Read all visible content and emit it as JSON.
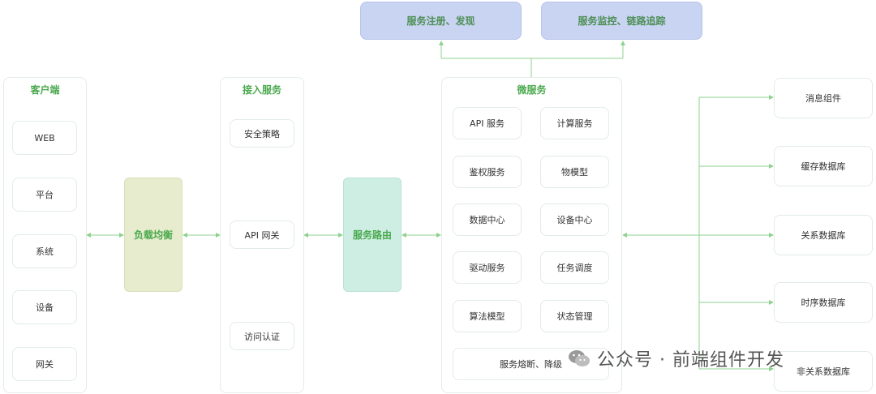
{
  "top": {
    "registry": "服务注册、发现",
    "monitor": "服务监控、链路追踪"
  },
  "client": {
    "title": "客户端",
    "items": [
      "WEB",
      "平台",
      "系统",
      "设备",
      "网关"
    ]
  },
  "load_balance": "负载均衡",
  "access": {
    "title": "接入服务",
    "security": "安全策略",
    "gateway": "API 网关",
    "auth": "访问认证"
  },
  "router": "服务路由",
  "micro": {
    "title": "微服务",
    "grid": [
      [
        "API 服务",
        "计算服务"
      ],
      [
        "鉴权服务",
        "物模型"
      ],
      [
        "数据中心",
        "设备中心"
      ],
      [
        "驱动服务",
        "任务调度"
      ],
      [
        "算法模型",
        "状态管理"
      ]
    ],
    "bottom": "服务熔断、降级"
  },
  "storage": {
    "items": [
      "消息组件",
      "缓存数据库",
      "关系数据库",
      "时序数据库",
      "非关系数据库"
    ]
  },
  "watermark": "公众号 · 前端组件开发",
  "colors": {
    "title_green": "#4aa94e",
    "line": "#8fd28f",
    "blue": "#c9d3f2",
    "lb": "#e6eccd",
    "router": "#cfeee3"
  }
}
